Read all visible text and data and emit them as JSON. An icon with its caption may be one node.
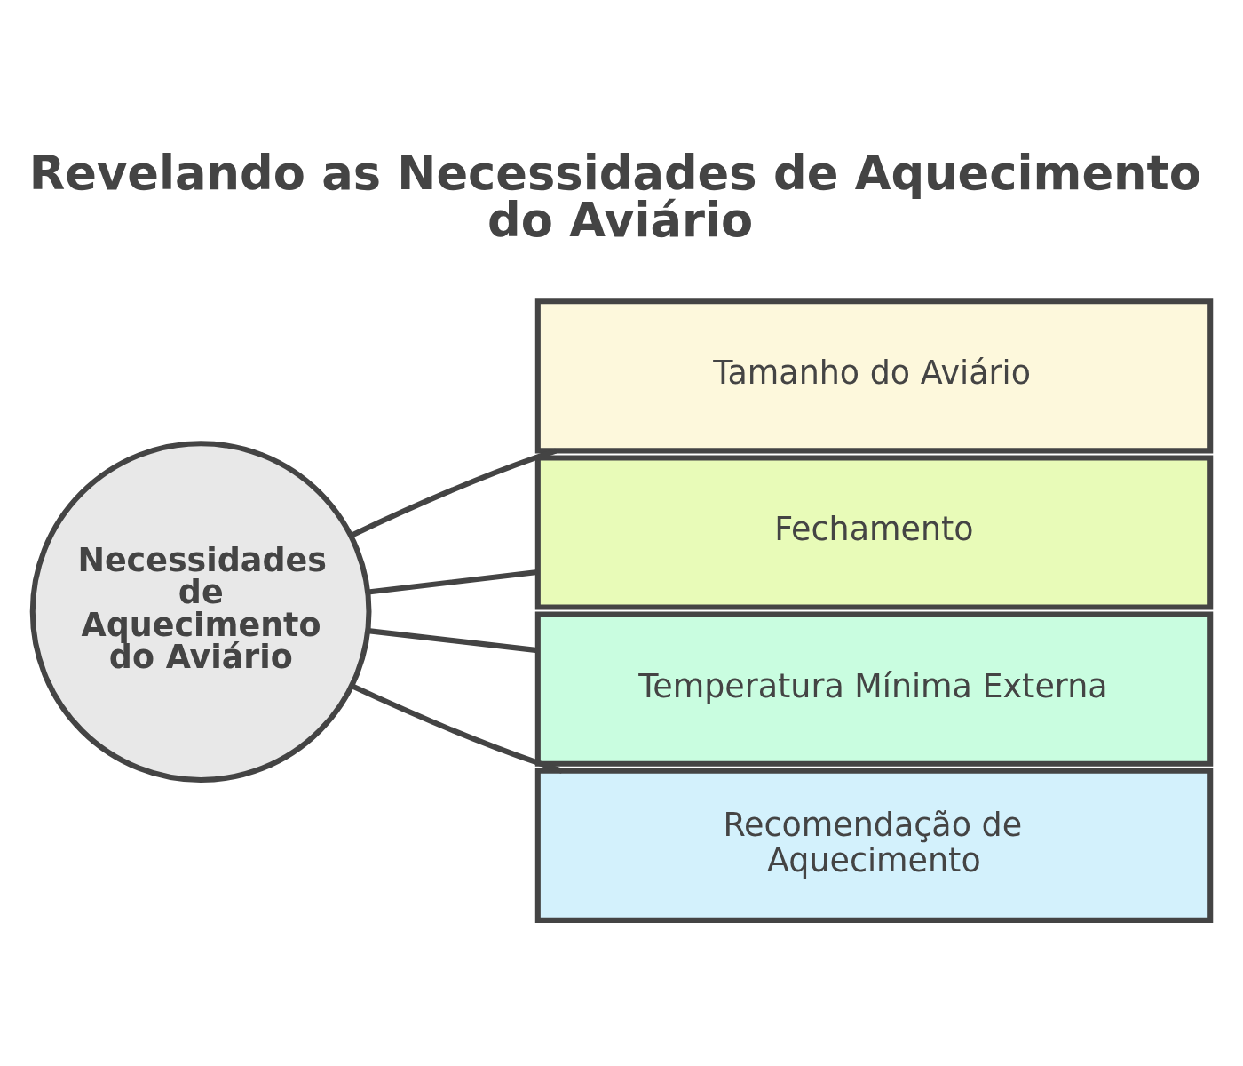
{
  "diagram": {
    "title": "Revelando as Necessidades de Aquecimento do Aviário",
    "nodes": [
      {
        "text": [
          "Necessidades de Aquecimento do Aviário"
        ]
      },
      {
        "text": [
          "Tamanho do Aviário"
        ]
      },
      {
        "text": [
          "Fechamento"
        ]
      },
      {
        "text": [
          "Temperatura Mínima Externa"
        ]
      },
      {
        "text": [
          "Recomendação de Aquecimento"
        ]
      }
    ],
    "edges": [
      {
        "from": 0,
        "to": 1,
        "arrow": "none"
      },
      {
        "from": 0,
        "to": 2,
        "arrow": "none"
      },
      {
        "from": 0,
        "to": 3,
        "arrow": "none"
      },
      {
        "from": 0,
        "to": 4,
        "arrow": "none"
      }
    ]
  }
}
